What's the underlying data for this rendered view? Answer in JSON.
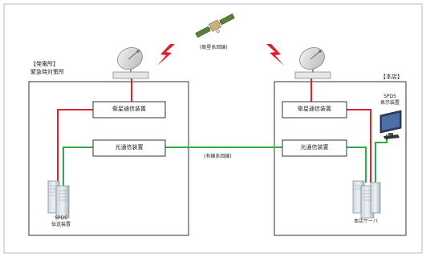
{
  "satellite_link_label": "(衛星系回線)",
  "wired_link_label": "(有線系回線)",
  "power_station": {
    "header": "【発電所】",
    "subheader": "緊急時対策所",
    "satellite_device": "衛星通信装置",
    "optical_device": "光通信装置",
    "server_name_line1": "SPDS",
    "server_name_line2": "伝送装置"
  },
  "head_office": {
    "header": "【本店】",
    "satellite_device": "衛星通信装置",
    "optical_device": "光通信装置",
    "display_line1": "SPDS",
    "display_line2": "表示装置",
    "server_name": "本店サーバ"
  },
  "colors": {
    "satellite_line": "#d9262c",
    "wired_line": "#2fa84f",
    "frame": "#555555",
    "lightning": "#e0202a"
  }
}
